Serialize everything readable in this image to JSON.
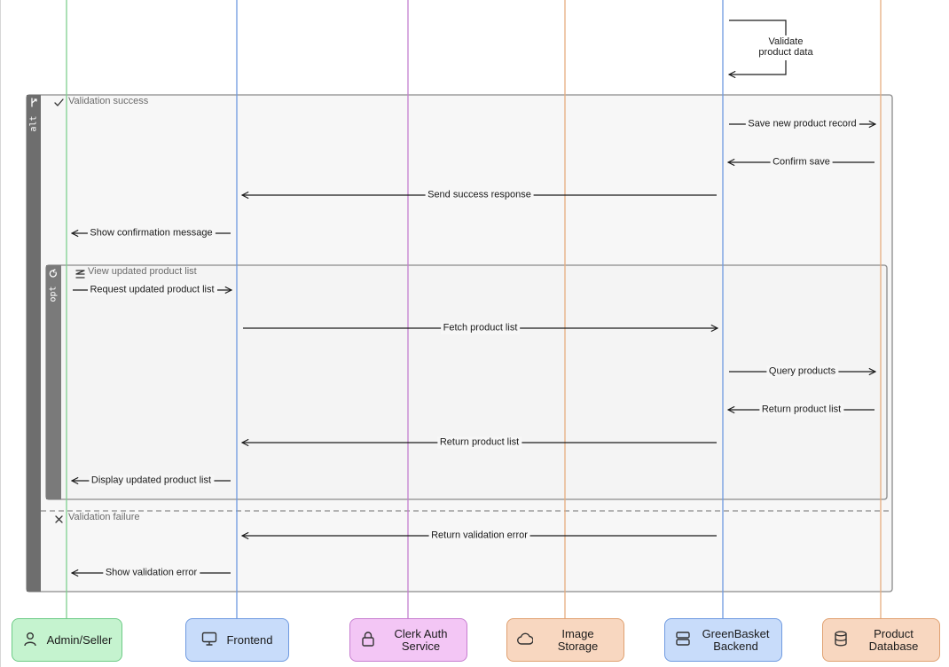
{
  "participants": [
    {
      "id": "admin",
      "label": "Admin/Seller",
      "icon": "user-icon",
      "fill": "#c5f3cf",
      "stroke": "#6dcb86",
      "line": "#7fd08f"
    },
    {
      "id": "frontend",
      "label": "Frontend",
      "icon": "monitor-icon",
      "fill": "#c8dcfa",
      "stroke": "#6f9ae0",
      "line": "#6f9ae0"
    },
    {
      "id": "clerk",
      "label": "Clerk Auth Service",
      "icon": "lock-icon",
      "fill": "#f3c6f5",
      "stroke": "#c77ed0",
      "line": "#c47fcf"
    },
    {
      "id": "storage",
      "label": "Image Storage",
      "icon": "cloud-icon",
      "fill": "#f8d7c0",
      "stroke": "#e0a171",
      "line": "#e6ad7f"
    },
    {
      "id": "backend",
      "label": "GreenBasket Backend",
      "icon": "server-icon",
      "fill": "#c8dcfa",
      "stroke": "#6f9ae0",
      "line": "#6f9ae0"
    },
    {
      "id": "database",
      "label": "Product Database",
      "icon": "database-icon",
      "fill": "#f8d7c0",
      "stroke": "#e0a171",
      "line": "#e6ad7f"
    }
  ],
  "self_message": {
    "text": "Validate product data",
    "participant": "backend"
  },
  "fragments": {
    "alt": {
      "operator": "alt",
      "icon": "branch-icon",
      "success_condition": "Validation success",
      "success_icon": "check-icon",
      "failure_condition": "Validation failure",
      "failure_icon": "x-icon"
    },
    "opt": {
      "operator": "opt",
      "icon": "loop-icon",
      "condition": "View updated product list",
      "condition_icon": "list-icon"
    }
  },
  "messages": [
    {
      "id": "m1",
      "text": "Save new product record",
      "from": "backend",
      "to": "database"
    },
    {
      "id": "m2",
      "text": "Confirm save",
      "from": "database",
      "to": "backend"
    },
    {
      "id": "m3",
      "text": "Send success response",
      "from": "backend",
      "to": "frontend"
    },
    {
      "id": "m4",
      "text": "Show confirmation message",
      "from": "frontend",
      "to": "admin"
    },
    {
      "id": "m5",
      "text": "Request updated product list",
      "from": "admin",
      "to": "frontend"
    },
    {
      "id": "m6",
      "text": "Fetch product list",
      "from": "frontend",
      "to": "backend"
    },
    {
      "id": "m7",
      "text": "Query products",
      "from": "backend",
      "to": "database"
    },
    {
      "id": "m8",
      "text": "Return product list",
      "from": "database",
      "to": "backend"
    },
    {
      "id": "m9",
      "text": "Return product list",
      "from": "backend",
      "to": "frontend"
    },
    {
      "id": "m10",
      "text": "Display updated product list",
      "from": "frontend",
      "to": "admin"
    },
    {
      "id": "m11",
      "text": "Return validation error",
      "from": "backend",
      "to": "frontend"
    },
    {
      "id": "m12",
      "text": "Show validation error",
      "from": "frontend",
      "to": "admin"
    }
  ]
}
